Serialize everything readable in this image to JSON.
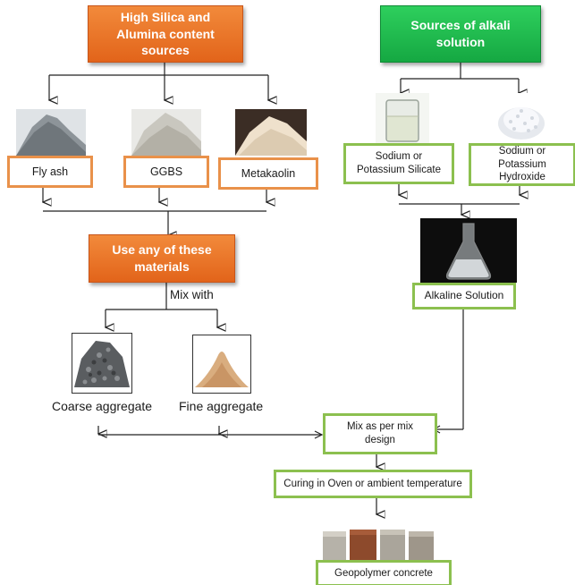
{
  "silica_sources": {
    "title": "High Silica and Alumina content sources"
  },
  "alkali_sources": {
    "title": "Sources of alkali solution"
  },
  "materials": [
    {
      "label": "Fly ash",
      "icon": "fly-ash-pile-image"
    },
    {
      "label": "GGBS",
      "icon": "ggbs-pile-image"
    },
    {
      "label": "Metakaolin",
      "icon": "metakaolin-pile-image"
    }
  ],
  "alkali_items": [
    {
      "label": "Sodium or Potassium Silicate",
      "icon": "silicate-beaker-image"
    },
    {
      "label": "Sodium or Potassium Hydroxide",
      "icon": "hydroxide-pellets-image"
    }
  ],
  "use_any": {
    "title": "Use any of these materials"
  },
  "mix_with": "Mix with",
  "aggregates": [
    {
      "label": "Coarse aggregate",
      "icon": "coarse-aggregate-image"
    },
    {
      "label": "Fine aggregate",
      "icon": "fine-aggregate-image"
    }
  ],
  "alkaline_solution": {
    "label": "Alkaline Solution",
    "icon": "flask-image"
  },
  "mix_design": {
    "label": "Mix as per mix design"
  },
  "curing": {
    "label": "Curing in Oven or ambient temperature"
  },
  "geopolymer": {
    "label": "Geopolymer concrete",
    "icon": "concrete-blocks-image"
  },
  "colors": {
    "orange_box": "#e9732a",
    "green_box": "#22bb4e",
    "orange_outline": "#e9914a",
    "green_outline": "#8cc04f"
  }
}
